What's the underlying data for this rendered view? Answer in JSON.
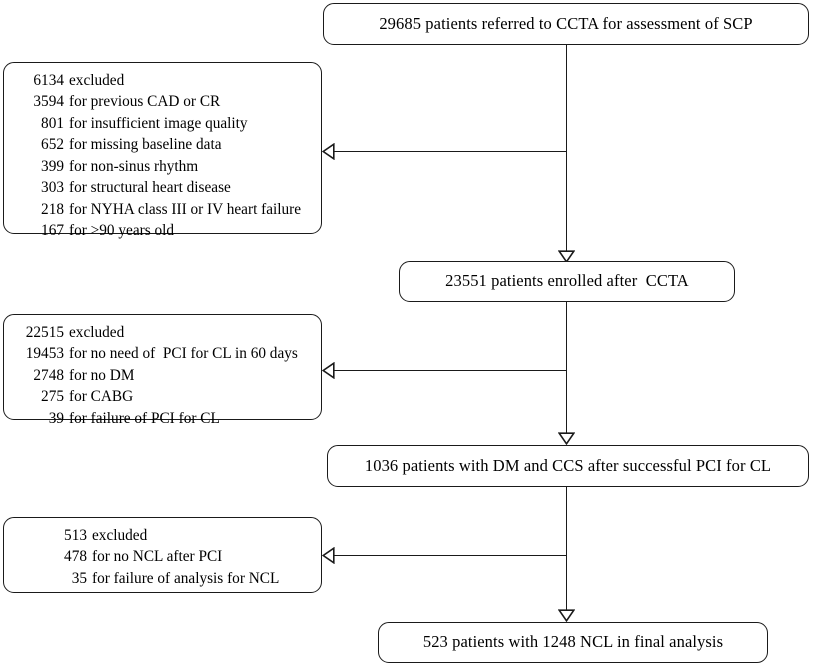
{
  "diagram": {
    "title": "Patient flow diagram",
    "stroke_color": "#1a1a1a",
    "background_color": "#ffffff"
  },
  "nodes": {
    "enrolled_top": {
      "text": "29685 patients referred to CCTA for assessment of SCP"
    },
    "enrolled_after_ccta": {
      "text": "23551 patients enrolled after  CCTA"
    },
    "dm_ccs_pci": {
      "text": "1036 patients with DM and CCS after successful PCI for CL"
    },
    "final_analysis": {
      "text": "523 patients with 1248 NCL in final analysis"
    }
  },
  "exclusions": {
    "first": {
      "header_num": "6134",
      "header_text": "excluded",
      "lines": [
        {
          "num": "3594",
          "text": "for previous CAD or CR"
        },
        {
          "num": "801",
          "text": "for insufficient image quality"
        },
        {
          "num": "652",
          "text": "for missing baseline data"
        },
        {
          "num": "399",
          "text": "for non-sinus rhythm"
        },
        {
          "num": "303",
          "text": "for structural heart disease"
        },
        {
          "num": "218",
          "text": "for NYHA class III or IV heart failure"
        },
        {
          "num": "167",
          "text": "for >90 years old"
        }
      ]
    },
    "second": {
      "header_num": "22515",
      "header_text": "excluded",
      "lines": [
        {
          "num": "19453",
          "text": "for no need of  PCI for CL in 60 days"
        },
        {
          "num": "2748",
          "text": "for no DM"
        },
        {
          "num": "275",
          "text": "for CABG"
        },
        {
          "num": "39",
          "text": "for failure of PCI for CL"
        }
      ]
    },
    "third": {
      "header_num": "513",
      "header_text": "excluded",
      "lines": [
        {
          "num": "478",
          "text": "for no NCL after PCI"
        },
        {
          "num": "35",
          "text": "for failure of analysis for NCL"
        }
      ]
    }
  }
}
